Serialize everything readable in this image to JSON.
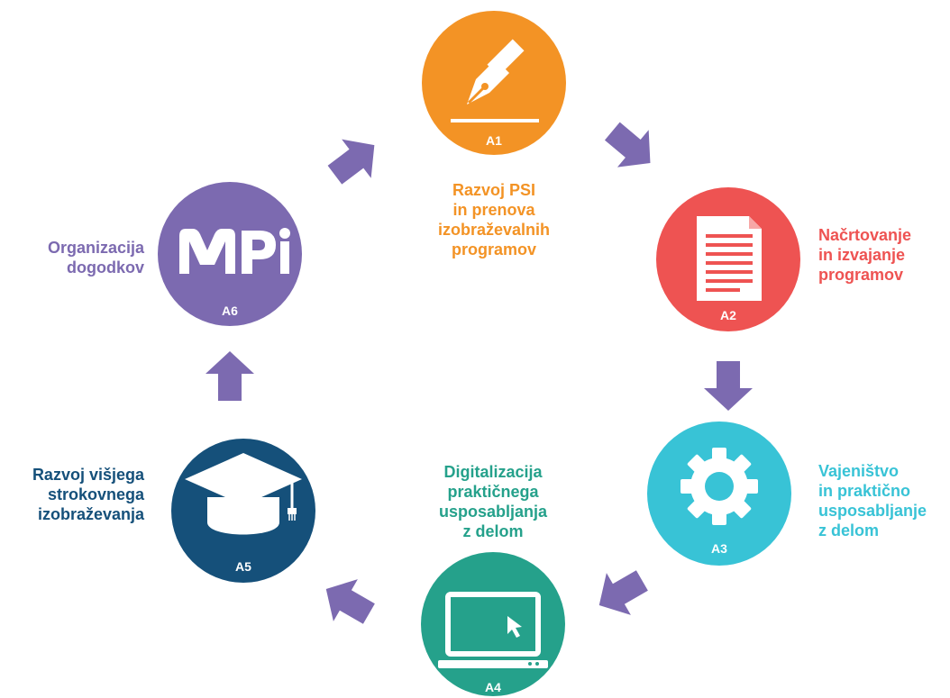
{
  "colors": {
    "a1": "#F39325",
    "a2": "#EE5352",
    "a3": "#38C3D6",
    "a4": "#25A18B",
    "a5": "#15507A",
    "a6": "#7C6AB0",
    "arrow": "#7C6AB0"
  },
  "nodes": [
    {
      "id": "A1",
      "label": "Razvoj PSI\nin prenova\nizobraževalnih\nprogramov",
      "icon": "pen-nib-icon"
    },
    {
      "id": "A2",
      "label": "Načrtovanje\nin izvajanje\nprogramov",
      "icon": "document-icon"
    },
    {
      "id": "A3",
      "label": "Vajeništvo\nin praktično\nusposabljanje\nz delom",
      "icon": "gear-icon"
    },
    {
      "id": "A4",
      "label": "Digitalizacija\npraktičnega\nusposabljanja\nz delom",
      "icon": "laptop-icon"
    },
    {
      "id": "A5",
      "label": "Razvoj višjega\nstrokovnega\nizobraževanja",
      "icon": "graduation-cap-icon"
    },
    {
      "id": "A6",
      "label": "Organizacija\ndogodkov",
      "icon": "mpi-logo",
      "logo_text": "MPi"
    }
  ]
}
